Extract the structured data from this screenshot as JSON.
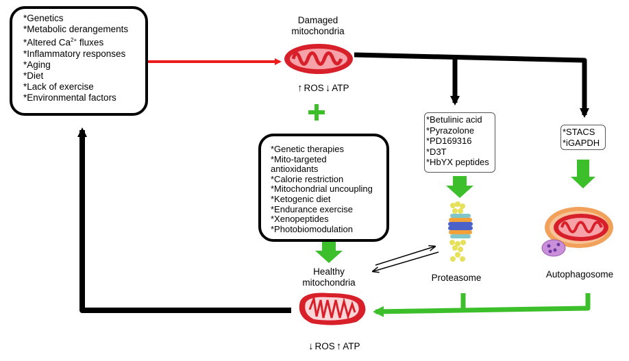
{
  "risk_factors_box": {
    "items": [
      "*Genetics",
      "*Metabolic derangements",
      "*Altered Ca2+ fluxes",
      "*Inflammatory responses",
      "*Aging",
      "*Diet",
      "*Lack of exercise",
      "*Environmental factors"
    ],
    "ca_item": {
      "prefix": "*Altered Ca",
      "sup": "2+",
      "suffix": " fluxes"
    }
  },
  "damaged": {
    "title_line1": "Damaged",
    "title_line2": "mitochondria",
    "ros": "ROS",
    "atp": "ATP",
    "ros_arrow": "up",
    "atp_arrow": "down"
  },
  "plus_sign": "+",
  "therapies_box": {
    "items": [
      "*Genetic therapies",
      "*Mito-targeted",
      "antioxidants",
      "*Calorie restriction",
      "*Mitochondrial uncoupling",
      "*Ketogenic diet",
      "*Endurance exercise",
      "*Xenopeptides",
      "*Photobiomodulation"
    ]
  },
  "healthy": {
    "title_line1": "Healthy",
    "title_line2": "mitochondria",
    "ros": "ROS",
    "atp": "ATP",
    "ros_arrow": "down",
    "atp_arrow": "up"
  },
  "proteasome_box": {
    "items": [
      "*Betulinic acid",
      "*Pyrazolone",
      "*PD169316",
      "*D3T",
      "*HbYX peptides"
    ]
  },
  "proteasome_label": "Proteasome",
  "autophagy_box": {
    "items": [
      "*STACS",
      "*iGAPDH"
    ]
  },
  "autophagosome_label": "Autophagosome",
  "colors": {
    "red_arrow": "#ee1c1c",
    "green_arrow": "#3dbf2c",
    "black_arrow": "#000000",
    "mito_red": "#d8202a",
    "mito_pink": "#f6a2a8",
    "autophagosome_orange": "#f2a15a",
    "lysosome_purple": "#c98fd8"
  }
}
